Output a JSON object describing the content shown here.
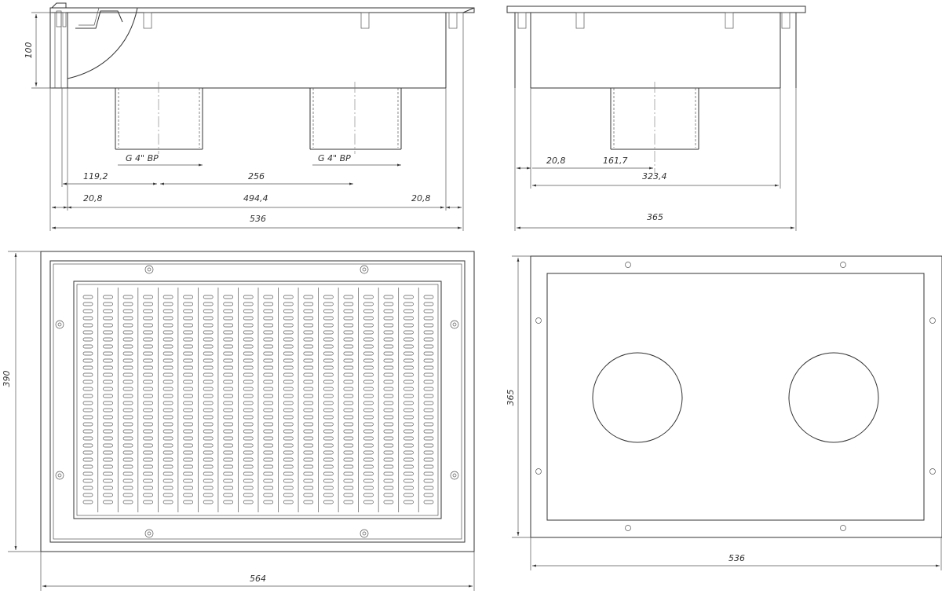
{
  "views": {
    "front_section": {
      "thread_label_left": "G 4\" BP",
      "thread_label_right": "G 4\" BP",
      "dims": {
        "height": "100",
        "offset_left": "119,2",
        "spacing": "256",
        "edge_left": "20,8",
        "inner": "494,4",
        "edge_right": "20,8",
        "total": "536"
      }
    },
    "side_view": {
      "dims": {
        "edge": "20,8",
        "center": "161,7",
        "inner": "323,4",
        "total": "365"
      }
    },
    "top_view": {
      "dims": {
        "height": "390",
        "width": "564"
      }
    },
    "bottom_view": {
      "dims": {
        "height": "365",
        "width": "536"
      }
    }
  },
  "colors": {
    "line": "#333333",
    "background": "#ffffff"
  }
}
